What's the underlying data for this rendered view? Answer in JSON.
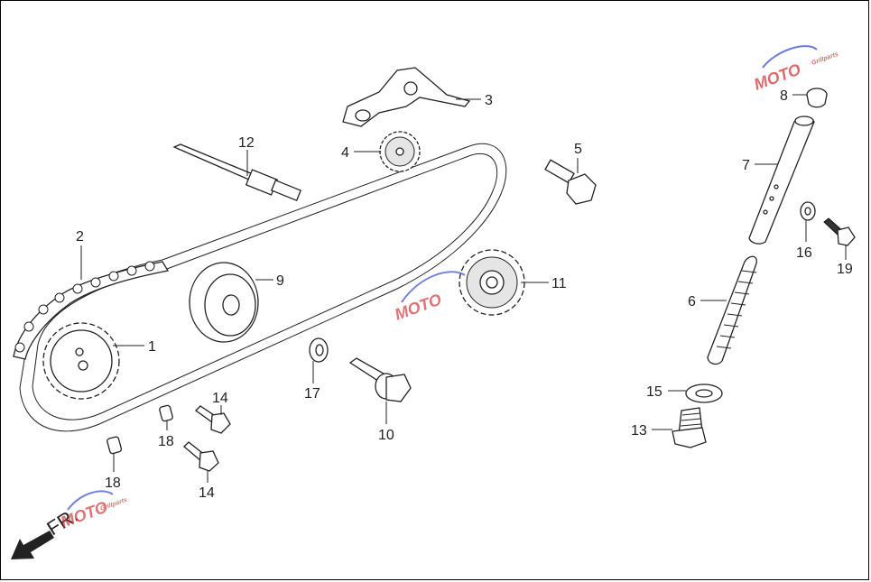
{
  "direction_label": "FR.",
  "watermark": {
    "text": "MOTO",
    "subtext": "Grillparts",
    "colors": {
      "primary": "#d23a3a",
      "accent": "#3a4fd2"
    }
  },
  "callouts": [
    {
      "id": "c1",
      "text": "1"
    },
    {
      "id": "c2",
      "text": "2"
    },
    {
      "id": "c3",
      "text": "3"
    },
    {
      "id": "c4",
      "text": "4"
    },
    {
      "id": "c5",
      "text": "5"
    },
    {
      "id": "c6",
      "text": "6"
    },
    {
      "id": "c7",
      "text": "7"
    },
    {
      "id": "c8",
      "text": "8"
    },
    {
      "id": "c9",
      "text": "9"
    },
    {
      "id": "c10",
      "text": "10"
    },
    {
      "id": "c11",
      "text": "11"
    },
    {
      "id": "c12",
      "text": "12"
    },
    {
      "id": "c13",
      "text": "13"
    },
    {
      "id": "c14a",
      "text": "14"
    },
    {
      "id": "c14b",
      "text": "14"
    },
    {
      "id": "c15",
      "text": "15"
    },
    {
      "id": "c16",
      "text": "16"
    },
    {
      "id": "c17",
      "text": "17"
    },
    {
      "id": "c18a",
      "text": "18"
    },
    {
      "id": "c18b",
      "text": "18"
    },
    {
      "id": "c19",
      "text": "19"
    }
  ]
}
